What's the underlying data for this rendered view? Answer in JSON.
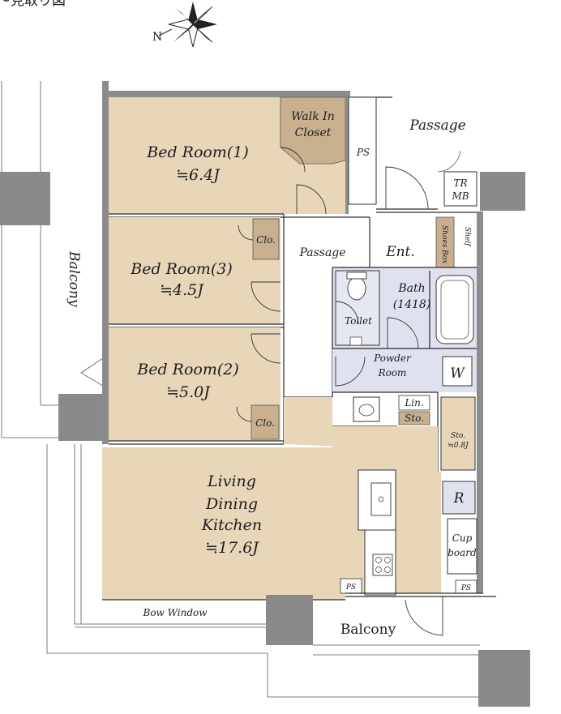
{
  "header_fragment": "〜見取り図",
  "compass": {
    "north_letter": "N"
  },
  "rooms": {
    "bed1": {
      "name": "Bed Room(1)",
      "size": "≒6.4J"
    },
    "bed3": {
      "name": "Bed Room(3)",
      "size": "≒4.5J"
    },
    "bed2": {
      "name": "Bed Room(2)",
      "size": "≒5.0J"
    },
    "ldk": {
      "line1": "Living",
      "line2": "Dining",
      "line3": "Kitchen",
      "size": "≒17.6J"
    },
    "walkin": {
      "line1": "Walk In",
      "line2": "Closet"
    },
    "bath": {
      "line1": "Bath",
      "line2": "(1418)"
    },
    "powder": {
      "line1": "Powder",
      "line2": "Room"
    }
  },
  "labels": {
    "passage_outer": "Passage",
    "passage_inner": "Passage",
    "entrance": "Ent.",
    "toilet": "Toilet",
    "closet_1": "Clo.",
    "closet_2": "Clo.",
    "ps_top": "PS",
    "ps_kitchen": "PS",
    "ps_right": "PS",
    "tr": "TR",
    "mb": "MB",
    "shoes_box": "Shoes Box",
    "shelf": "Shelf",
    "washer": "W",
    "linen": "Lin.",
    "storage_small": "Sto.",
    "storage": "Sto.",
    "storage_size": "≒0.8J",
    "refrigerator": "R",
    "cupboard_1": "Cup",
    "cupboard_2": "board",
    "balcony_left": "Balcony",
    "balcony_bottom": "Balcony",
    "bow_window": "Bow Window"
  },
  "colors": {
    "room": "#e8d6b8",
    "wet_area": "#dfe2ee",
    "wall": "#8c8c8c",
    "closet": "#c8b08e"
  }
}
